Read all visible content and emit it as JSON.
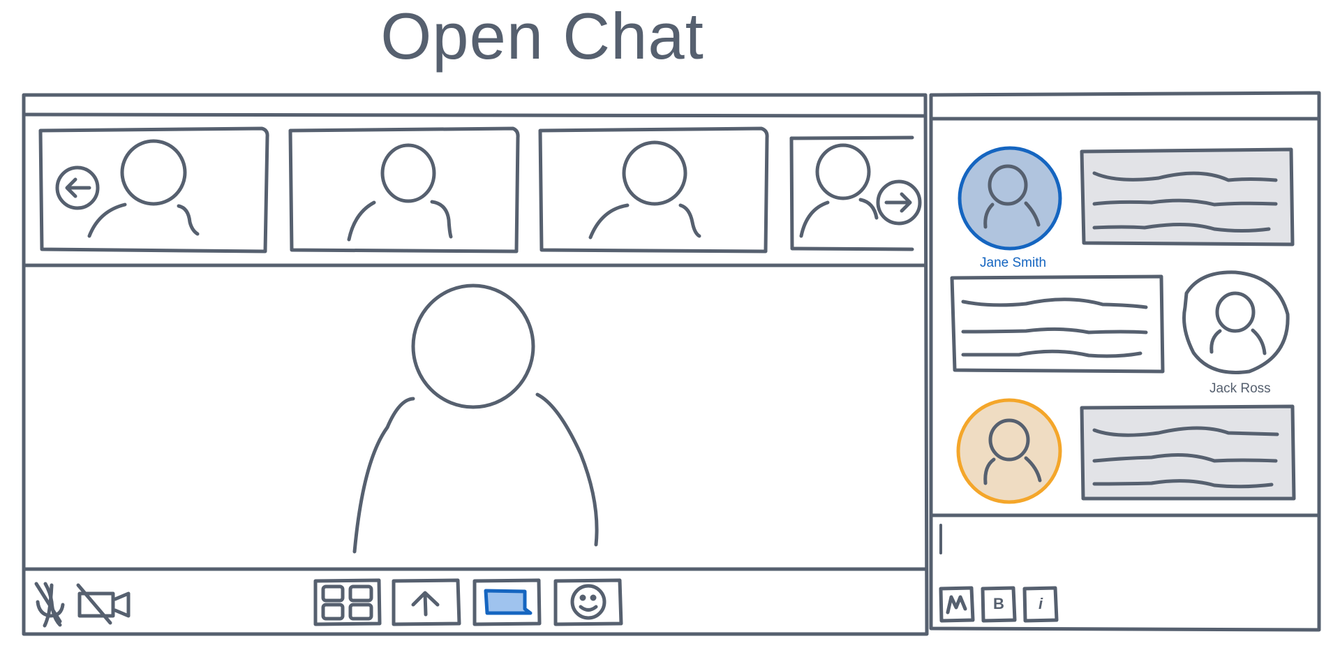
{
  "app": {
    "title": "Open Chat"
  },
  "colors": {
    "stroke": "#56606f",
    "accent_blue": "#1565c0",
    "avatar_blue_fill": "#b0c4de",
    "avatar_orange": "#f4a62a",
    "avatar_orange_fill": "#efdcc2",
    "bubble_fill": "#e2e3e7",
    "screen_share_fill": "#9fc3ee"
  },
  "participants_strip": {
    "prev_icon": "arrow-left-circle-icon",
    "next_icon": "arrow-right-circle-icon"
  },
  "chat": {
    "messages": [
      {
        "sender": "Jane Smith",
        "avatar_color": "blue"
      },
      {
        "sender": "Jack Ross",
        "avatar_color": "none"
      },
      {
        "sender": "",
        "avatar_color": "orange"
      }
    ]
  },
  "toolbar": {
    "left_icons": [
      "mic-muted-icon",
      "camera-off-icon"
    ],
    "center_icons": [
      "grid-layout-icon",
      "share-upload-icon",
      "screen-share-icon",
      "emoji-icon"
    ]
  },
  "composer": {
    "format_buttons": [
      {
        "icon": "markdown-icon",
        "label": ""
      },
      {
        "icon": "bold-icon",
        "label": "B"
      },
      {
        "icon": "italic-icon",
        "label": "i"
      }
    ]
  }
}
